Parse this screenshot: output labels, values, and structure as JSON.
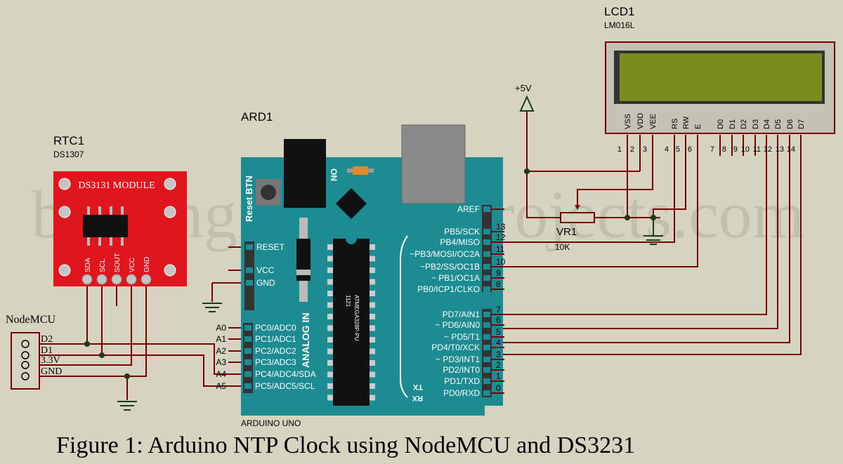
{
  "watermark": "bestengineeringprojects.com",
  "caption": "Figure 1: Arduino NTP Clock using NodeMCU and DS3231",
  "lcd": {
    "ref": "LCD1",
    "model": "LM016L",
    "pin_names": [
      "VSS",
      "VDD",
      "VEE",
      "RS",
      "RW",
      "E",
      "D0",
      "D1",
      "D2",
      "D3",
      "D4",
      "D5",
      "D6",
      "D7"
    ],
    "pin_numbers": [
      "1",
      "2",
      "3",
      "4",
      "5",
      "6",
      "7",
      "8",
      "9",
      "10",
      "11",
      "12",
      "13",
      "14"
    ]
  },
  "power": {
    "label": "+5V"
  },
  "pot": {
    "ref": "VR1",
    "value": "10K"
  },
  "rtc": {
    "ref": "RTC1",
    "model": "DS1307",
    "board_title": "DS3131 MODULE",
    "pins": [
      "SDA",
      "SCL",
      "SOUT",
      "VCC",
      "GND"
    ]
  },
  "nodemcu": {
    "title": "NodeMCU",
    "pins": [
      "D2",
      "D1",
      "3.3V",
      "GND"
    ]
  },
  "arduino": {
    "ref": "ARD1",
    "model": "ARDUINO UNO",
    "reset_btn": "Reset BTN",
    "on_label": "ON",
    "chip_label": "ATMEGA328P-PU",
    "chip_sub": "1121",
    "analog_in": "ANALOG IN",
    "tx": "TX",
    "rx": "RX",
    "power_pins": [
      "RESET",
      "VCC",
      "GND"
    ],
    "analog_pins": [
      {
        "num": "A0",
        "name": "PC0/ADC0"
      },
      {
        "num": "A1",
        "name": "PC1/ADC1"
      },
      {
        "num": "A2",
        "name": "PC2/ADC2"
      },
      {
        "num": "A3",
        "name": "PC3/ADC3"
      },
      {
        "num": "A4",
        "name": "PC4/ADC4/SDA"
      },
      {
        "num": "A5",
        "name": "PC5/ADC5/SCL"
      }
    ],
    "digital_pins_top": [
      {
        "num": "",
        "name": "AREF"
      },
      {
        "num": "13",
        "name": "PB5/SCK"
      },
      {
        "num": "12",
        "name": "PB4/MISO"
      },
      {
        "num": "11",
        "name": "~PB3/MOSI/OC2A"
      },
      {
        "num": "10",
        "name": "~PB2/SS/OC1B"
      },
      {
        "num": "9",
        "name": "~ PB1/OC1A"
      },
      {
        "num": "8",
        "name": "PB0/ICP1/CLKO"
      }
    ],
    "digital_pins_bottom": [
      {
        "num": "7",
        "name": "PD7/AIN1"
      },
      {
        "num": "6",
        "name": "~ PD6/AIN0"
      },
      {
        "num": "5",
        "name": "~ PD5/T1"
      },
      {
        "num": "4",
        "name": "PD4/T0/XCK"
      },
      {
        "num": "3",
        "name": "~ PD3/INT1"
      },
      {
        "num": "2",
        "name": "PD2/INT0"
      },
      {
        "num": "1",
        "name": "PD1/TXD"
      },
      {
        "num": "0",
        "name": "PD0/RXD"
      }
    ]
  }
}
